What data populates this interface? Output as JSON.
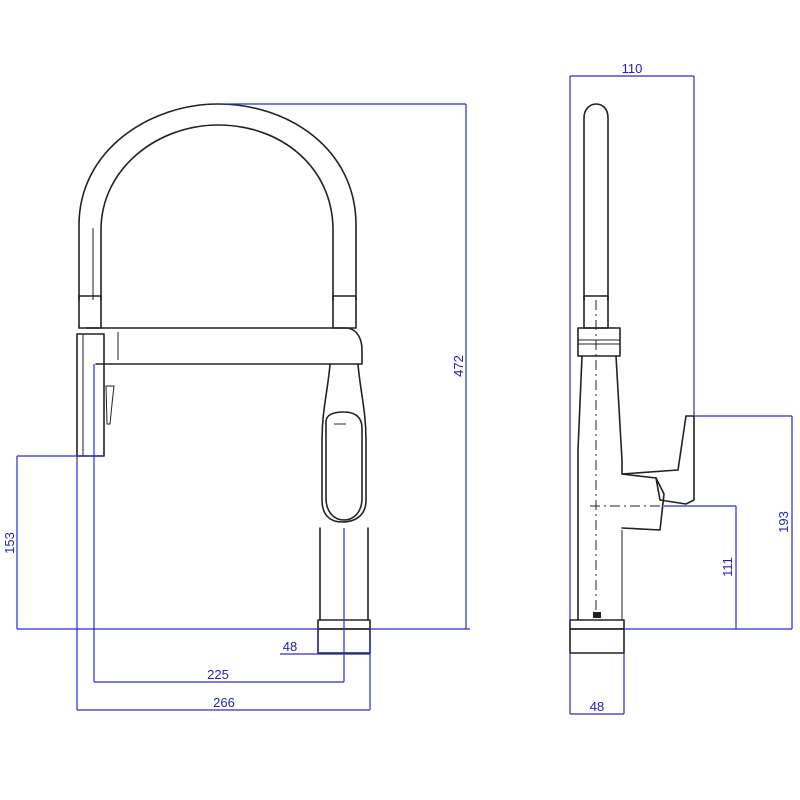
{
  "front_view": {
    "height_total": "472",
    "spray_height": "153",
    "base_width": "48",
    "spout_reach": "225",
    "overall_width": "266"
  },
  "side_view": {
    "top_width": "110",
    "handle_height": "193",
    "lever_height": "111",
    "base_width": "48"
  },
  "colors": {
    "dimension_lines": "#2b2bd0",
    "dimension_text": "#1f1fb4",
    "outline": "#222222"
  }
}
